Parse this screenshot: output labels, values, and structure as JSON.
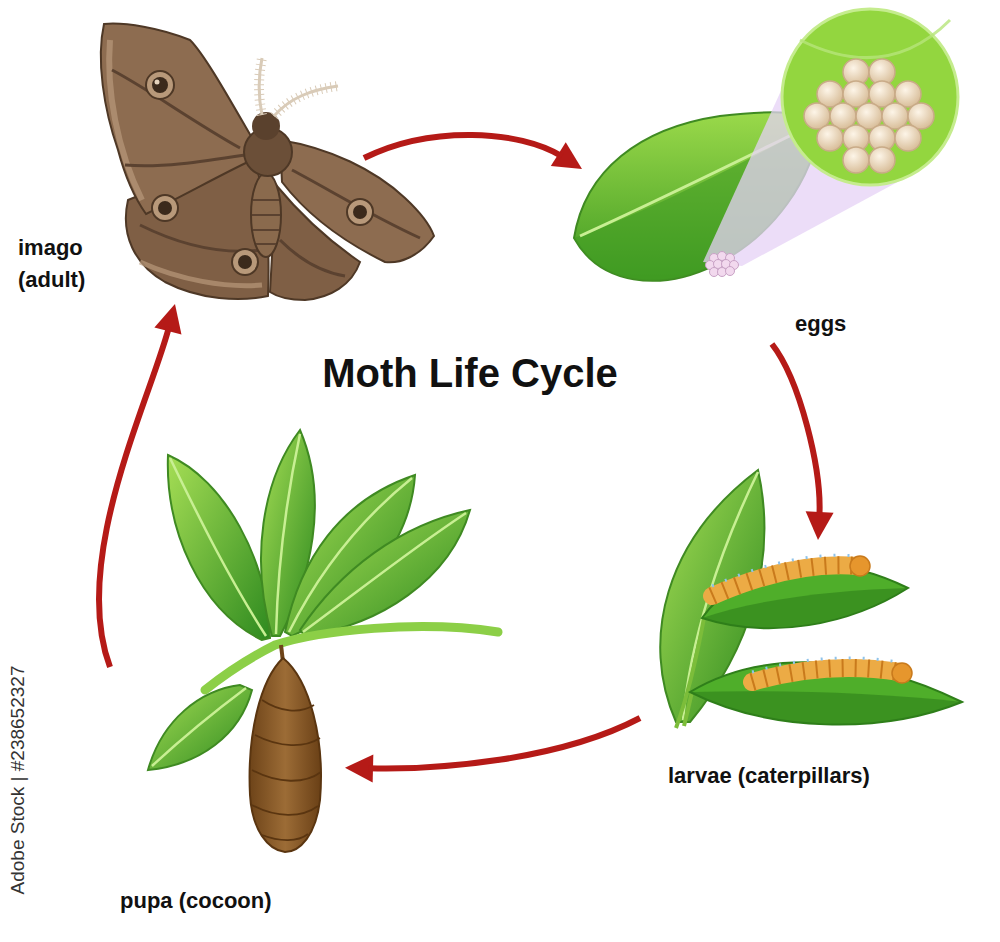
{
  "diagram": {
    "title": "Moth Life Cycle",
    "nodes": [
      {
        "text": [
          "imago (adult)"
        ]
      },
      {
        "text": [
          "eggs"
        ]
      },
      {
        "text": [
          "larvae (caterpillars)"
        ]
      },
      {
        "text": [
          "pupa (cocoon)"
        ]
      }
    ],
    "edges": [
      {
        "from": 0,
        "to": 1,
        "arrow": "to"
      },
      {
        "from": 1,
        "to": 2,
        "arrow": "to"
      },
      {
        "from": 2,
        "to": 3,
        "arrow": "to"
      },
      {
        "from": 3,
        "to": 0,
        "arrow": "to"
      }
    ],
    "labels": [
      "Adobe Stock | #238652327"
    ]
  }
}
